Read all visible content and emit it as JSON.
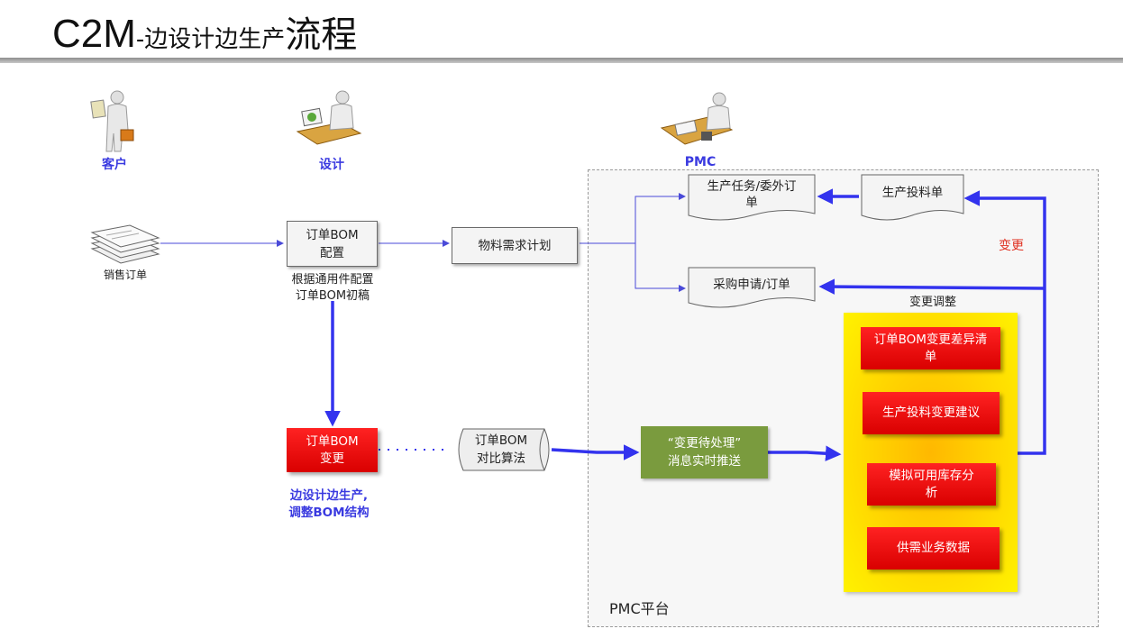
{
  "title": {
    "prefix": "C2M",
    "middle": "-边设计边生产",
    "suffix": "流程"
  },
  "roles": {
    "customer": "客户",
    "design": "设计",
    "pmc": "PMC"
  },
  "nodes": {
    "sales_order": "销售订单",
    "bom_config_l1": "订单BOM",
    "bom_config_l2": "配置",
    "bom_config_caption_l1": "根据通用件配置",
    "bom_config_caption_l2": "订单BOM初稿",
    "material_plan": "物料需求计划",
    "production_task_l1": "生产任务/委外订",
    "production_task_l2": "单",
    "production_feed": "生产投料单",
    "purchase_request": "采购申请/订单",
    "bom_change_l1": "订单BOM",
    "bom_change_l2": "变更",
    "bom_change_caption_l1": "边设计边生产,",
    "bom_change_caption_l2": "调整BOM结构",
    "bom_compare_l1": "订单BOM",
    "bom_compare_l2": "对比算法",
    "push_l1": "“变更待处理”",
    "push_l2": "消息实时推送",
    "change_adjust": "变更调整",
    "change_label": "变更",
    "pmc_platform": "PMC平台"
  },
  "change_items": [
    {
      "l1": "订单BOM变更差异清",
      "l2": "单"
    },
    {
      "l1": "生产投料变更建议",
      "l2": ""
    },
    {
      "l1": "模拟可用库存分",
      "l2": "析"
    },
    {
      "l1": "供需业务数据",
      "l2": ""
    }
  ],
  "colors": {
    "arrow_blue": "#3333ee",
    "line_blue": "#4a4ad8",
    "red": "#ee1111",
    "green": "#7a9b3e",
    "yellow": "#ffe000",
    "label_blue": "#3a3ae0",
    "change_red": "#e03020"
  }
}
